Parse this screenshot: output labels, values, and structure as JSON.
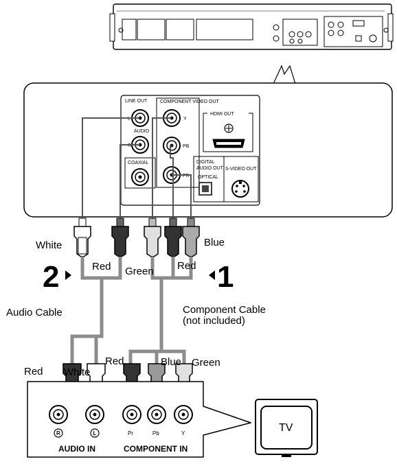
{
  "panel": {
    "line_out": "LINE OUT",
    "audio": "AUDIO",
    "component_video_out": "COMPONENT VIDEO OUT",
    "jack_l": "L",
    "jack_r": "R",
    "jack_y": "Y",
    "jack_pb": "PB",
    "jack_pr": "PR",
    "hdmi_out": "HDMI OUT",
    "coaxial": "COAXIAL",
    "digital_audio_out_1": "DIGITAL",
    "digital_audio_out_2": "AUDIO OUT",
    "optical": "OPTICAL",
    "s_video_out": "S-VIDEO OUT"
  },
  "cables": {
    "white": "White",
    "red": "Red",
    "green": "Green",
    "blue": "Blue",
    "red2": "Red",
    "step_2": "2",
    "step_1": "1",
    "audio_cable": "Audio Cable",
    "component_cable_1": "Component Cable",
    "component_cable_2": "(not included)"
  },
  "tv_side": {
    "red_a": "Red",
    "white_a": "White",
    "red_c": "Red",
    "blue_c": "Blue",
    "green_c": "Green",
    "jack_r": "R",
    "jack_l": "L",
    "jack_pr": "Pr",
    "jack_pb": "Pb",
    "jack_y": "Y",
    "audio_in": "AUDIO IN",
    "component_in": "COMPONENT IN",
    "tv": "TV"
  }
}
